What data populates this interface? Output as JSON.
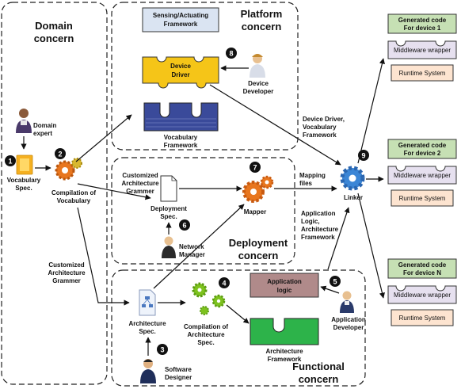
{
  "concerns": {
    "domain": "Domain concern",
    "platform": "Platform concern",
    "deployment": "Deployment concern",
    "functional": "Functional concern"
  },
  "domain_concern": {
    "domain_concern_line1": "Domain",
    "domain_concern_line2": "concern",
    "domain_expert_line1": "Domain",
    "domain_expert_line2": "expert",
    "vocabulary_spec_line1": "Vocabulary",
    "vocabulary_spec_line2": "Spec.",
    "compilation_line1": "Compilation of",
    "compilation_line2": "Vocabulary",
    "customized_grammer_line1": "Customized",
    "customized_grammer_line2": "Architecture",
    "customized_grammer_line3": "Grammer"
  },
  "platform_concern": {
    "title_line1": "Platform",
    "title_line2": "concern",
    "sensing_line1": "Sensing/Actuating",
    "sensing_line2": "Framework",
    "device_driver_line1": "Device",
    "device_driver_line2": "Driver",
    "device_developer_line1": "Device",
    "device_developer_line2": "Developer",
    "vocabulary_framework_line1": "Vocabulary",
    "vocabulary_framework_line2": "Framework"
  },
  "deployment_concern": {
    "title_line1": "Deployment",
    "title_line2": "concern",
    "customized_grammer_line1": "Customized",
    "customized_grammer_line2": "Architecture",
    "customized_grammer_line3": "Grammer",
    "deployment_spec_line1": "Deployment",
    "deployment_spec_line2": "Spec.",
    "mapper": "Mapper",
    "network_manager_line1": "Network",
    "network_manager_line2": "Manager",
    "mapping_files_line1": "Mapping",
    "mapping_files_line2": "files"
  },
  "functional_concern": {
    "title_line1": "Functional",
    "title_line2": "concern",
    "architecture_spec_line1": "Architecture",
    "architecture_spec_line2": "Spec.",
    "compilation_line1": "Compilation of",
    "compilation_line2": "Architecture",
    "compilation_line3": "Spec.",
    "application_logic_line1": "Application",
    "application_logic_line2": "logic",
    "application_developer_line1": "Application",
    "application_developer_line2": "Developer",
    "architecture_framework_line1": "Architecture",
    "architecture_framework_line2": "Framework",
    "software_designer_line1": "Software",
    "software_designer_line2": "Designer"
  },
  "linker": {
    "label": "Linker",
    "input_driver_line1": "Device Driver,",
    "input_driver_line2": "Vocabulary",
    "input_driver_line3": "Framework",
    "input_app_line1": "Application",
    "input_app_line2": "Logic,",
    "input_app_line3": "Architecture",
    "input_app_line4": "Framework"
  },
  "outputs": [
    {
      "gen_line1": "Generated code",
      "gen_line2": "For device 1",
      "middleware": "Middleware wrapper",
      "runtime": "Runtime System"
    },
    {
      "gen_line1": "Generated code",
      "gen_line2": "For device 2",
      "middleware": "Middleware wrapper",
      "runtime": "Runtime System"
    },
    {
      "gen_line1": "Generated code",
      "gen_line2": "For device N",
      "middleware": "Middleware wrapper",
      "runtime": "Runtime System"
    }
  ],
  "steps": [
    "1",
    "2",
    "3",
    "4",
    "5",
    "6",
    "7",
    "8",
    "9"
  ],
  "colors": {
    "generated_header": "#c6e0b4",
    "middleware": "#e6e0ef",
    "runtime": "#fde4d0",
    "device_driver": "#f5c518",
    "sensing": "#dae4f2",
    "vocabulary_framework": "#3a4a9a",
    "application_logic": "#b08a8a",
    "architecture_framework": "#2db34a",
    "gear_orange": "#e8761e",
    "gear_green": "#7dc21e",
    "linker_gear": "#3b86d6"
  }
}
